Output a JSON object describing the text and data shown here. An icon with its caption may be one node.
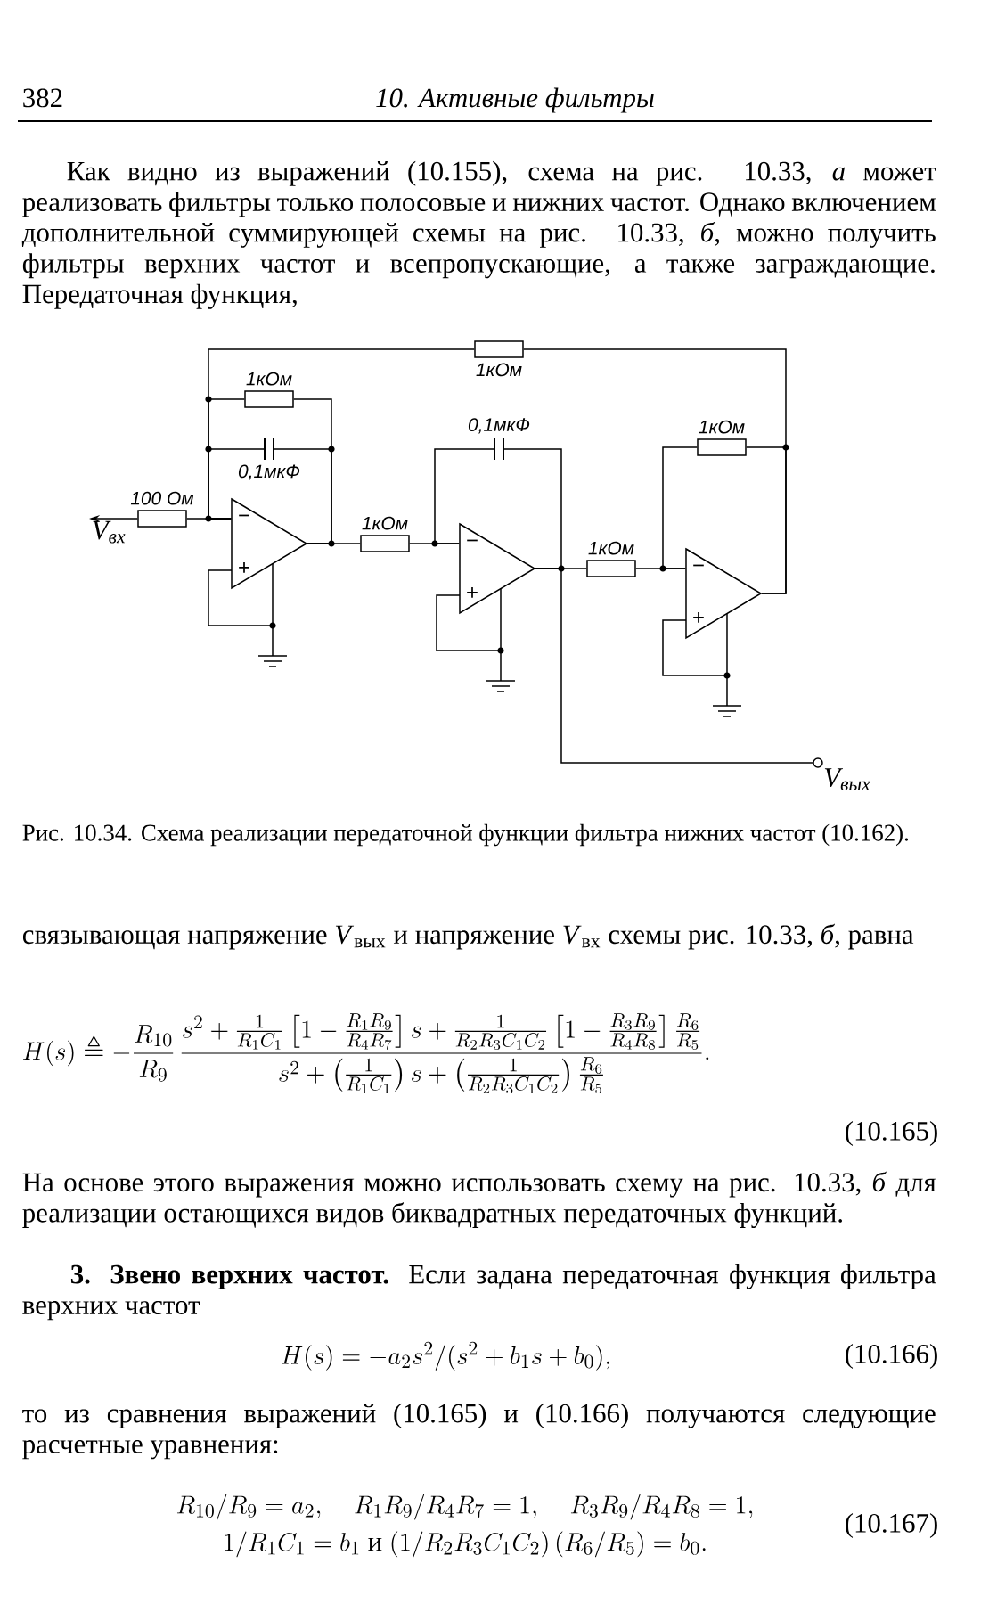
{
  "diagram": {
    "caption": "Рис. 10.34. Схема реализации передаточной функции фильтра нижних частот (10.162).",
    "nodes": [
      {
        "text": [
          "V$_{вх}$"
        ]
      },
      {
        "text": [
          "100 Ом"
        ]
      },
      {
        "text": [
          "1кОм"
        ]
      },
      {
        "text": [
          "0,1мкФ"
        ]
      },
      {
        "text": [
          "−",
          "+"
        ]
      },
      {
        "text": [
          "1кОм"
        ]
      },
      {
        "text": [
          "1кОм"
        ]
      },
      {
        "text": [
          "0,1мкФ"
        ]
      },
      {
        "text": [
          "−",
          "+"
        ]
      },
      {
        "text": [
          "1кОм"
        ]
      },
      {
        "text": [
          "1кОм"
        ]
      },
      {
        "text": [
          "−",
          "+"
        ]
      },
      {
        "text": [
          "V$_{вых}$"
        ]
      }
    ],
    "edges": [
      {
        "from": 1,
        "to": 0,
        "arrow": "to"
      },
      {
        "from": 1,
        "to": 4,
        "arrow": "none"
      },
      {
        "from": 2,
        "to": 4,
        "arrow": "none"
      },
      {
        "from": 3,
        "to": 4,
        "arrow": "none"
      },
      {
        "from": 5,
        "to": 4,
        "arrow": "none"
      },
      {
        "from": 4,
        "to": 2,
        "arrow": "none"
      },
      {
        "from": 4,
        "to": 3,
        "arrow": "none"
      },
      {
        "from": 4,
        "to": 6,
        "arrow": "none"
      },
      {
        "from": 6,
        "to": 8,
        "arrow": "none"
      },
      {
        "from": 7,
        "to": 8,
        "arrow": "none"
      },
      {
        "from": 8,
        "to": 7,
        "arrow": "none"
      },
      {
        "from": 8,
        "to": 9,
        "arrow": "none"
      },
      {
        "from": 8,
        "to": 12,
        "arrow": "none"
      },
      {
        "from": 9,
        "to": 11,
        "arrow": "none"
      },
      {
        "from": 10,
        "to": 11,
        "arrow": "none"
      },
      {
        "from": 11,
        "to": 10,
        "arrow": "none"
      },
      {
        "from": 11,
        "to": 5,
        "arrow": "none"
      }
    ],
    "labels": [
      "382",
      "10. Активные фильтры",
      "Как видно из выражений (10.155), схема на рис. 10.33, *а* может реализовать фильтры только полосовые и нижних частот. Однако включением дополнительной суммирующей схемы на рис. 10.33, *б*, можно получить фильтры верхних частот и всепропускающие, а также заграждающие. Передаточная функция,",
      "связывающая напряжение *V*$_{вых}$ и напряжение *V*$_{вх}$ схемы рис. 10.33, *б*, равна",
      "H(s)\\triangleq-\\frac{R_{10}}{R_9}\\,\\frac{s^2+\\frac{1}{R_1C_1}\\left[1-\\frac{R_1R_9}{R_4R_7}\\right]s+\\frac{1}{R_2R_3C_1C_2}\\left[1-\\frac{R_3R_9}{R_4R_8}\\right]\\frac{R_6}{R_5}}{s^2+\\left(\\frac{1}{R_1C_1}\\right)s+\\left(\\frac{1}{R_2R_3C_1C_2}\\right)\\frac{R_6}{R_5}}.",
      "(10.165)",
      "На основе этого выражения можно использовать схему на рис. 10.33, *б* для реализации остающихся видов биквадратных передаточных функций.",
      "**3. Звено верхних частот.** Если задана передаточная функция фильтра верхних частот",
      "H(s)=-a_2s^2/(s^2+b_1s+b_0),",
      "(10.166)",
      "то из сравнения выражений (10.165) и (10.166) получаются следующие расчетные уравнения:",
      "\\begin{gathered}R_{10}/R_9=a_2,\\quad R_1R_9/R_4R_7=1,\\quad R_3R_9/R_4R_8=1,\\\\ 1/R_1C_1=b_1\\ \\text{и}\\ (1/R_2R_3C_1C_2)\\,(R_6/R_5)=b_0.\\end{gathered}",
      "(10.167)"
    ]
  }
}
